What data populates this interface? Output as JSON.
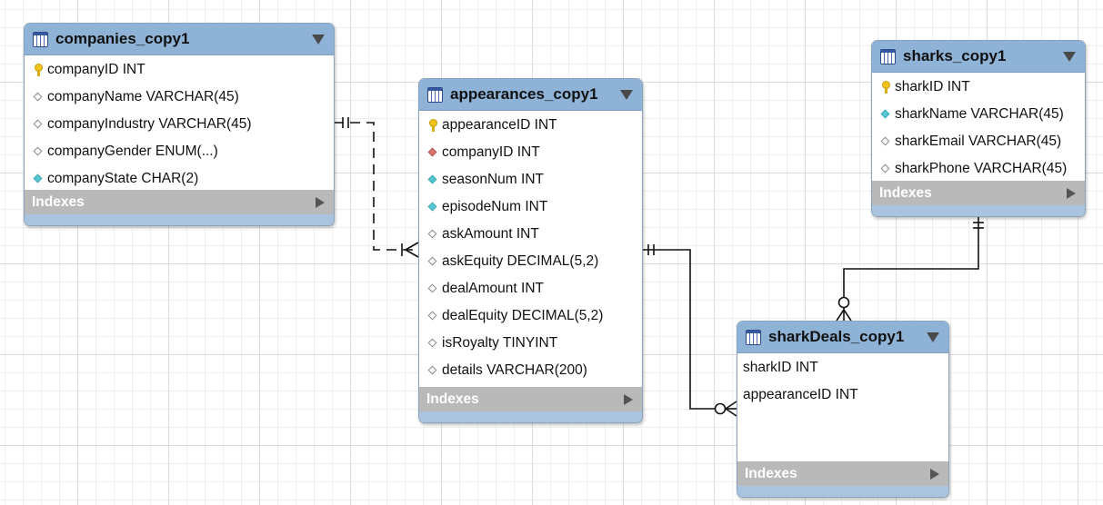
{
  "tables": {
    "companies": {
      "title": "companies_copy1",
      "columns": [
        {
          "label": "companyID INT",
          "icon": "primary-key-icon"
        },
        {
          "label": "companyName VARCHAR(45)",
          "icon": "nullable-column-diamond-icon"
        },
        {
          "label": "companyIndustry VARCHAR(45)",
          "icon": "nullable-column-diamond-icon"
        },
        {
          "label": "companyGender ENUM(...)",
          "icon": "nullable-column-diamond-icon"
        },
        {
          "label": "companyState CHAR(2)",
          "icon": "not-null-column-diamond-icon"
        }
      ],
      "indexes_label": "Indexes"
    },
    "appearances": {
      "title": "appearances_copy1",
      "columns": [
        {
          "label": "appearanceID INT",
          "icon": "primary-key-icon"
        },
        {
          "label": "companyID INT",
          "icon": "foreign-key-diamond-icon"
        },
        {
          "label": "seasonNum INT",
          "icon": "not-null-column-diamond-icon"
        },
        {
          "label": "episodeNum INT",
          "icon": "not-null-column-diamond-icon"
        },
        {
          "label": "askAmount INT",
          "icon": "nullable-column-diamond-icon"
        },
        {
          "label": "askEquity DECIMAL(5,2)",
          "icon": "nullable-column-diamond-icon"
        },
        {
          "label": "dealAmount INT",
          "icon": "nullable-column-diamond-icon"
        },
        {
          "label": "dealEquity DECIMAL(5,2)",
          "icon": "nullable-column-diamond-icon"
        },
        {
          "label": "isRoyalty TINYINT",
          "icon": "nullable-column-diamond-icon"
        },
        {
          "label": "details VARCHAR(200)",
          "icon": "nullable-column-diamond-icon"
        }
      ],
      "indexes_label": "Indexes"
    },
    "sharks": {
      "title": "sharks_copy1",
      "columns": [
        {
          "label": "sharkID INT",
          "icon": "primary-key-icon"
        },
        {
          "label": "sharkName VARCHAR(45)",
          "icon": "not-null-column-diamond-icon"
        },
        {
          "label": "sharkEmail VARCHAR(45)",
          "icon": "nullable-column-diamond-icon"
        },
        {
          "label": "sharkPhone VARCHAR(45)",
          "icon": "nullable-column-diamond-icon"
        }
      ],
      "indexes_label": "Indexes"
    },
    "sharkDeals": {
      "title": "sharkDeals_copy1",
      "columns": [
        {
          "label": "sharkID INT",
          "icon": ""
        },
        {
          "label": "appearanceID INT",
          "icon": ""
        }
      ],
      "indexes_label": "Indexes"
    }
  },
  "relationships": [
    {
      "from": "companies_copy1",
      "to": "appearances_copy1",
      "from_end": "one-and-only-one",
      "to_end": "one-or-many",
      "line": "dashed"
    },
    {
      "from": "appearances_copy1",
      "to": "sharkDeals_copy1",
      "from_end": "one-and-only-one",
      "to_end": "zero-or-many",
      "line": "solid"
    },
    {
      "from": "sharks_copy1",
      "to": "sharkDeals_copy1",
      "from_end": "one-and-only-one",
      "to_end": "zero-or-many",
      "line": "solid"
    }
  ],
  "icons": {
    "table": "table-grid-icon",
    "collapse": "collapse-triangle-icon",
    "indexes_expand": "expand-arrow-icon"
  },
  "colors": {
    "table_header": "#8eb3d6",
    "indexes_bar": "#b9b9b9",
    "primary_key": "#f0c419",
    "foreign_key": "#d9746e",
    "not_null_column": "#56c8d4"
  }
}
